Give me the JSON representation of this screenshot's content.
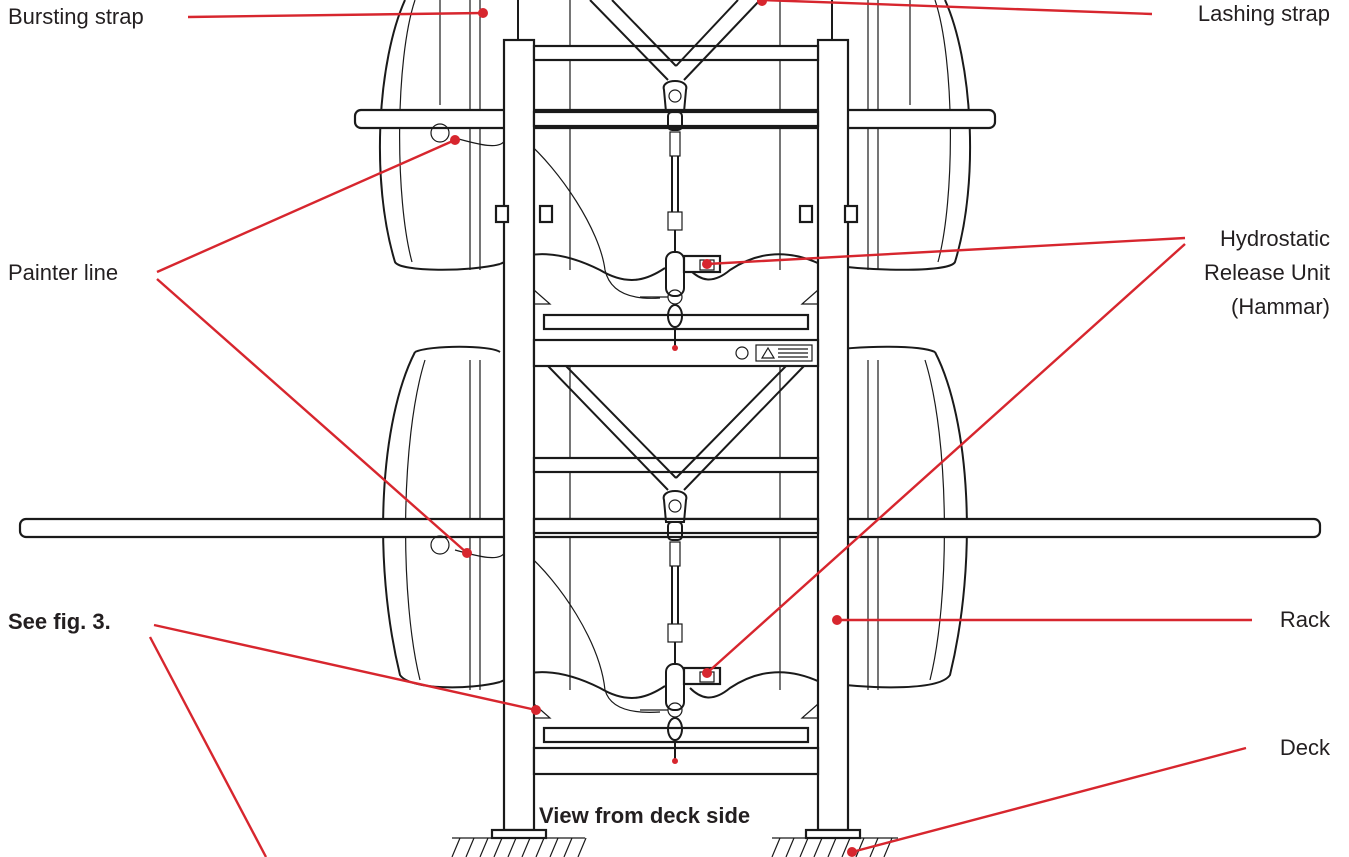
{
  "labels": {
    "bursting_strap": "Bursting strap",
    "lashing_strap": "Lashing strap",
    "painter_line": "Painter line",
    "hru_line1": "Hydrostatic",
    "hru_line2": "Release Unit",
    "hru_line3": "(Hammar)",
    "see_fig": "See fig. 3.",
    "rack": "Rack",
    "deck": "Deck",
    "view_caption": "View from deck side"
  },
  "colors": {
    "leader": "#d7262e",
    "drawing": "#1a1a1a",
    "text": "#231f20"
  }
}
